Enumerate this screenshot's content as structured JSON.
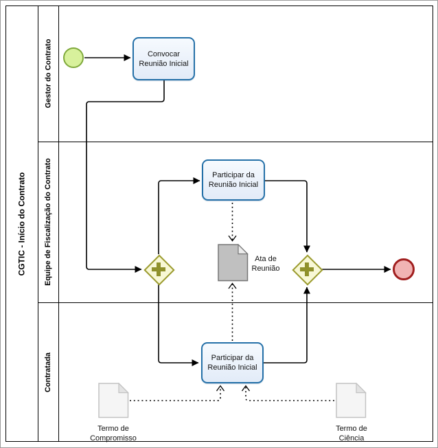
{
  "pool": {
    "label": "CGTIC - Início do Contrato"
  },
  "lanes": [
    {
      "label": "Gestor do Contrato"
    },
    {
      "label": "Equipe de Fiscalização do Contrato"
    },
    {
      "label": "Contratada"
    }
  ],
  "nodes": {
    "task_convocar": {
      "line1": "Convocar",
      "line2": "Reunião Inicial"
    },
    "task_participar_equipe": {
      "line1": "Participar da",
      "line2": "Reunião Inicial"
    },
    "task_participar_contratada": {
      "line1": "Participar da",
      "line2": "Reunião Inicial"
    }
  },
  "documents": {
    "ata": {
      "line1": "Ata de",
      "line2": "Reunião"
    },
    "compromisso": {
      "line1": "Termo de",
      "line2": "Compromisso"
    },
    "ciencia": {
      "line1": "Termo de",
      "line2": "Ciência"
    }
  },
  "colors": {
    "task_border": "#2470A8",
    "task_fill": "#E6EEF9",
    "gateway_border": "#9B9B2F",
    "gateway_fill": "#F8F8D5",
    "gateway_plus": "#8F912B",
    "start_event_border": "#7FA93B",
    "start_event_fill": "#D8F19C",
    "end_event_border": "#A01D1D",
    "end_event_fill": "#F1B3B3",
    "document_gray_fill": "#C0C0C0",
    "document_light_fill": "#F5F5F5"
  }
}
